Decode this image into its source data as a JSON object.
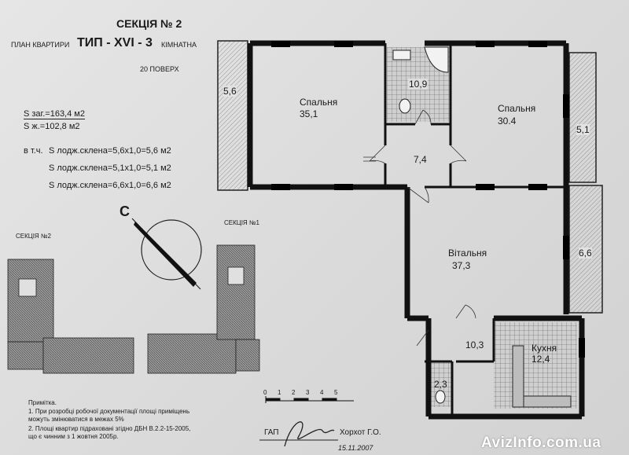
{
  "header": {
    "section": "СЕКЦІЯ  № 2",
    "plan_prefix": "ПЛАН КВАРТИРИ",
    "plan_type": "ТИП - XVI - 3",
    "plan_suffix": "КІМНАТНА",
    "floor": "20  ПОВЕРХ"
  },
  "areas": {
    "total": "S заг.=163,4 м2",
    "living": "S ж.=102,8 м2",
    "including": "в т.ч.",
    "loggia1": "S лодж.склена=5,6х1,0=5,6 м2",
    "loggia2": "S лодж.склена=5,1х1,0=5,1 м2",
    "loggia3": "S лодж.склена=6,6х1,0=6,6 м2"
  },
  "rooms": {
    "bedroom1_name": "Спальня",
    "bedroom1_area": "35,1",
    "bedroom2_name": "Спальня",
    "bedroom2_area": "30.4",
    "living_name": "Вітальня",
    "living_area": "37,3",
    "kitchen_name": "Кухня",
    "kitchen_area": "12,4",
    "bath_area": "10,9",
    "hall_area": "7,4",
    "corridor_area": "10,3",
    "wc_area": "2,3",
    "loggia_left": "5,6",
    "loggia_right_top": "5,1",
    "loggia_right_bottom": "6,6"
  },
  "compass": {
    "north": "С"
  },
  "keyplan": {
    "section2": "СЕКЦІЯ №2",
    "section1": "СЕКЦІЯ №1"
  },
  "scale": {
    "ticks": [
      "0",
      "1",
      "2",
      "3",
      "4",
      "5"
    ]
  },
  "notes": {
    "title": "Примітка.",
    "line1": "1. При розробці робочої документації площі приміщень",
    "line2": "    можуть змінюватися  в межах 5%",
    "line3": "2. Площі квартир підраховані згідно ДБН В.2.2-15-2005,",
    "line4": "    що є чинним з 1 жовтня 2005р."
  },
  "signature": {
    "role": "ГАП",
    "name": "Хорхот Г.О.",
    "date": "15.11.2007"
  },
  "watermark": "AvizInfo.com.ua",
  "colors": {
    "wall": "#111111",
    "ink": "#1a1a1a",
    "tile": "#8a8a8a",
    "watermark": "#ffffff"
  }
}
